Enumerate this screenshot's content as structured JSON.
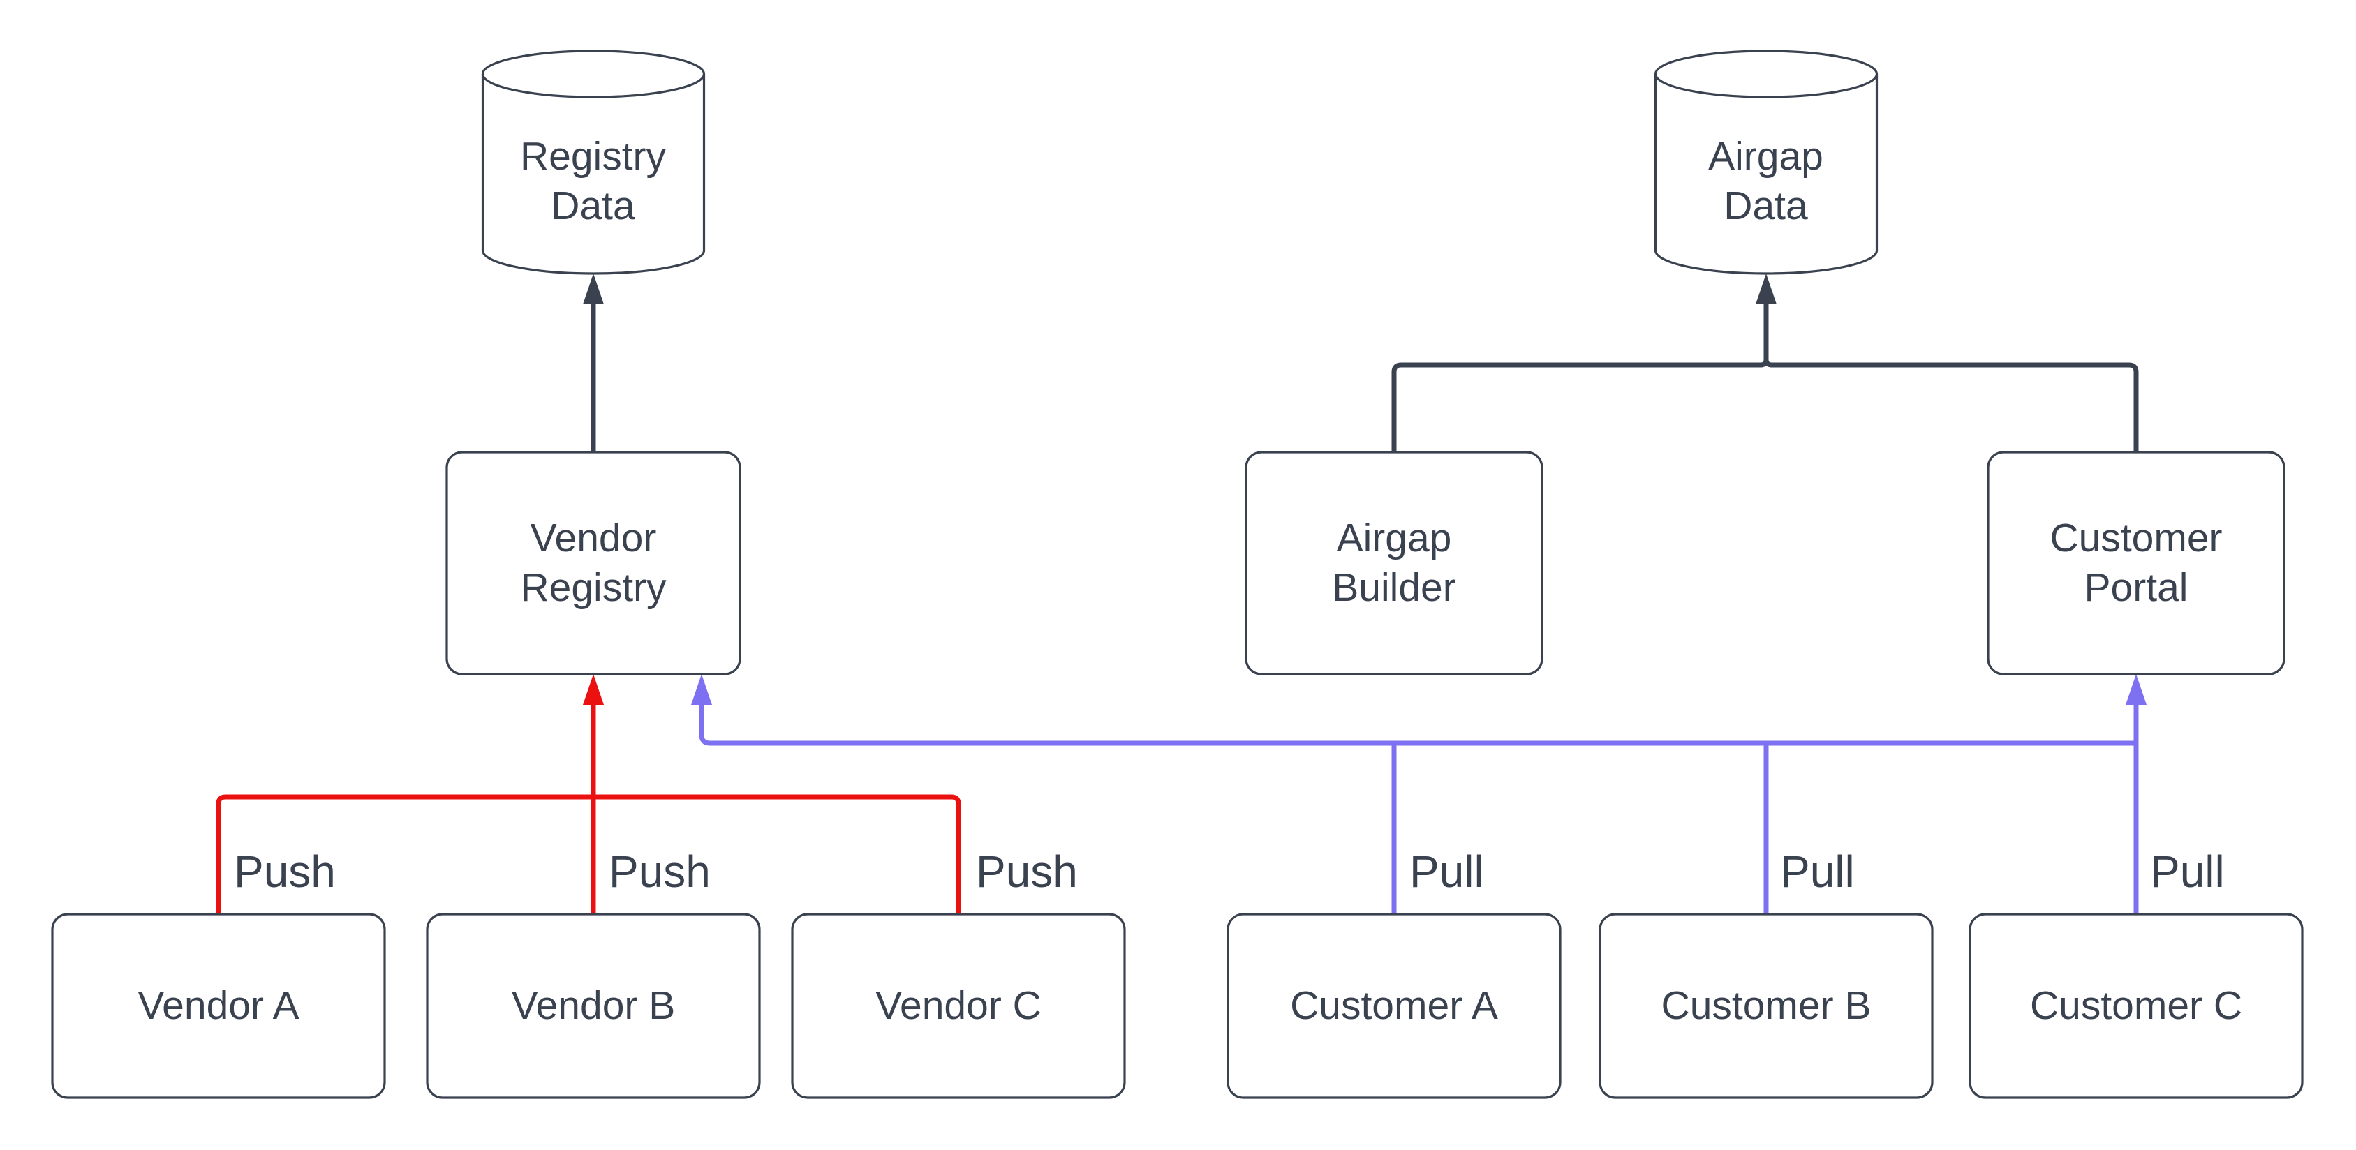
{
  "diagram": {
    "background_color": "#ffffff",
    "colors": {
      "line": "#3A4250",
      "text": "#3A4250",
      "node_fill": "#ffffff",
      "push": "#EB1111",
      "pull": "#7D71F2"
    },
    "nodes": {
      "registry_data": {
        "label": "Registry\nData",
        "shape": "cylinder"
      },
      "airgap_data": {
        "label": "Airgap\nData",
        "shape": "cylinder"
      },
      "vendor_registry": {
        "label": "Vendor\nRegistry",
        "shape": "box"
      },
      "airgap_builder": {
        "label": "Airgap\nBuilder",
        "shape": "box"
      },
      "customer_portal": {
        "label": "Customer\nPortal",
        "shape": "box"
      },
      "vendor_a": {
        "label": "Vendor A",
        "shape": "box"
      },
      "vendor_b": {
        "label": "Vendor B",
        "shape": "box"
      },
      "vendor_c": {
        "label": "Vendor C",
        "shape": "box"
      },
      "customer_a": {
        "label": "Customer A",
        "shape": "box"
      },
      "customer_b": {
        "label": "Customer B",
        "shape": "box"
      },
      "customer_c": {
        "label": "Customer C",
        "shape": "box"
      }
    },
    "edge_labels": {
      "push": [
        "Push",
        "Push",
        "Push"
      ],
      "pull": [
        "Pull",
        "Pull",
        "Pull"
      ]
    }
  }
}
